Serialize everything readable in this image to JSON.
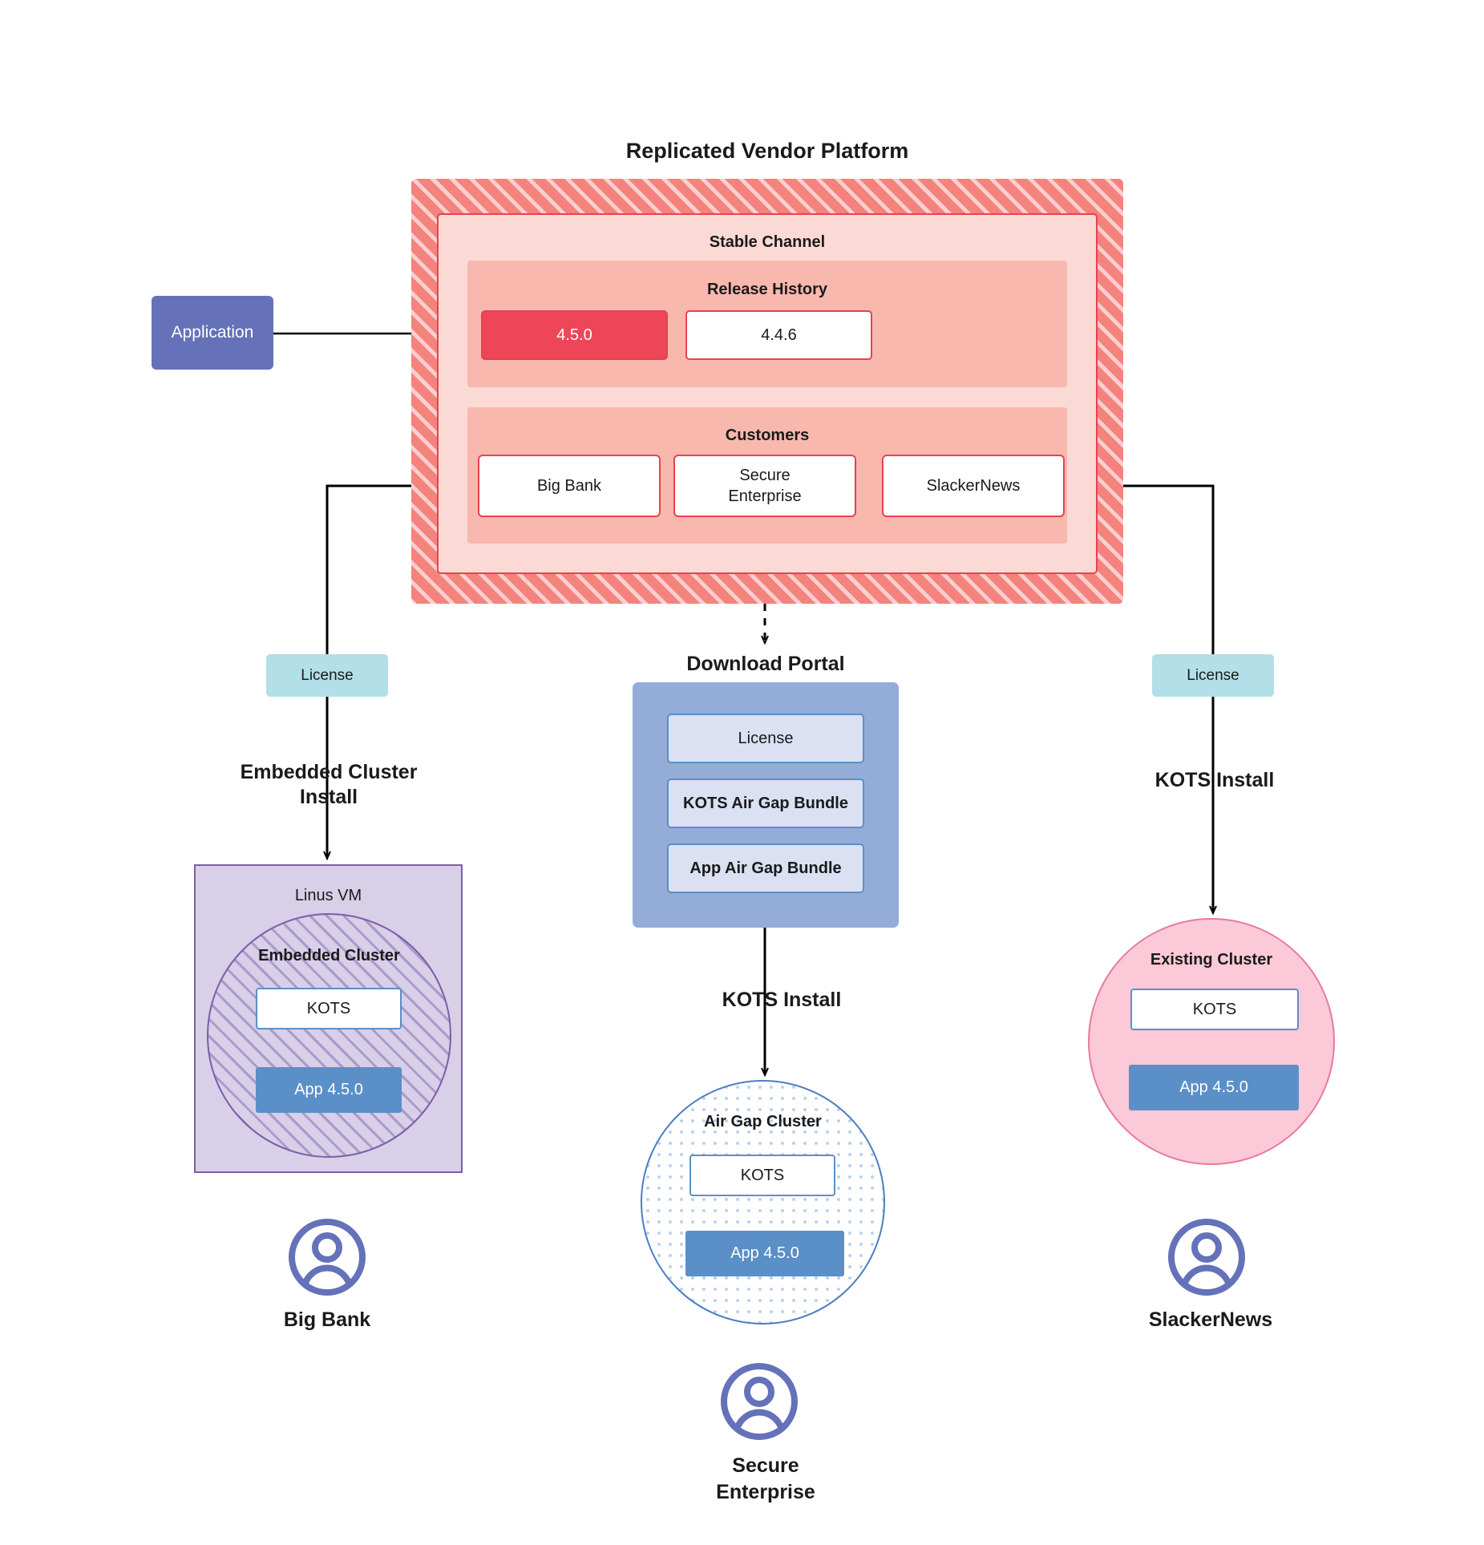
{
  "diagram": {
    "title": "Replicated Vendor Platform"
  },
  "application": {
    "label": "Application"
  },
  "stable_channel": {
    "title": "Stable Channel",
    "release_history": {
      "title": "Release History",
      "releases": [
        {
          "version": "4.5.0",
          "state": "current"
        },
        {
          "version": "4.4.6",
          "state": "previous"
        }
      ]
    },
    "customers": {
      "title": "Customers",
      "items": [
        {
          "name": "Big Bank"
        },
        {
          "name": "Secure\nEnterprise"
        },
        {
          "name": "SlackerNews"
        }
      ]
    }
  },
  "license_nodes": [
    {
      "label": "License"
    },
    {
      "label": "License"
    }
  ],
  "install_labels": {
    "embedded_cluster_install": "Embedded Cluster\nInstall",
    "kots_install_center": "KOTS Install",
    "kots_install_right": "KOTS Install"
  },
  "download_portal": {
    "title": "Download  Portal",
    "items": [
      {
        "label": "License"
      },
      {
        "label": "KOTS Air Gap Bundle"
      },
      {
        "label": "App Air Gap Bundle"
      }
    ]
  },
  "big_bank_target": {
    "vm_title": "Linus VM",
    "cluster_title": "Embedded Cluster",
    "kots_label": "KOTS",
    "app_label": "App 4.5.0"
  },
  "secure_enterprise_target": {
    "cluster_title": "Air Gap Cluster",
    "kots_label": "KOTS",
    "app_label": "App 4.5.0"
  },
  "slackernews_target": {
    "cluster_title": "Existing Cluster",
    "kots_label": "KOTS",
    "app_label": "App 4.5.0"
  },
  "personas": [
    {
      "name": "Big Bank",
      "icon": "user-avatar-icon"
    },
    {
      "name": "Secure\nEnterprise",
      "icon": "user-avatar-icon"
    },
    {
      "name": "SlackerNews",
      "icon": "user-avatar-icon"
    }
  ],
  "colors": {
    "vendor_platform_hatch": "#f4827d",
    "stable_channel_bg": "#fbd9d4",
    "inner_band_bg": "#f8b8ae",
    "release_current": "#ee4558",
    "red_border": "#e8414f",
    "application_purple": "#6571b8",
    "license_teal": "#b2dfe8",
    "linux_vm_purple": "#d8cfe8",
    "embedded_cluster_stroke": "#7b5ea7",
    "download_portal_blue": "#93acd8",
    "portal_item_bg": "#dbe1f3",
    "app_blue": "#5b8fc7",
    "airgap_stroke": "#4a7fc1",
    "existing_cluster_pink": "#fbc9d7",
    "existing_cluster_stroke": "#e87a9b",
    "connector": "#000000"
  }
}
